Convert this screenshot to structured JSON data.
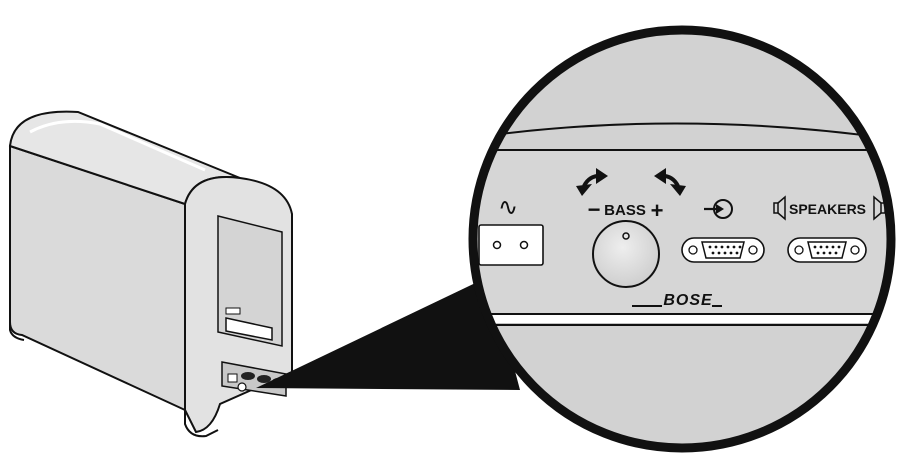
{
  "panel": {
    "power_symbol": "∿",
    "bass_minus": "−",
    "bass_label": "BASS",
    "bass_plus": "+",
    "speakers_label": "SPEAKERS",
    "logo": "BOSE"
  },
  "icons": {
    "arrow_left": "curved-arrow-counterclockwise-icon",
    "arrow_right": "curved-arrow-clockwise-icon",
    "input": "input-arrow-icon",
    "speaker_left": "speaker-icon",
    "speaker_right": "speaker-icon"
  },
  "colors": {
    "panel_gray": "#d2d2d2",
    "body_gray": "#dcdcdc",
    "outline": "#111111"
  }
}
